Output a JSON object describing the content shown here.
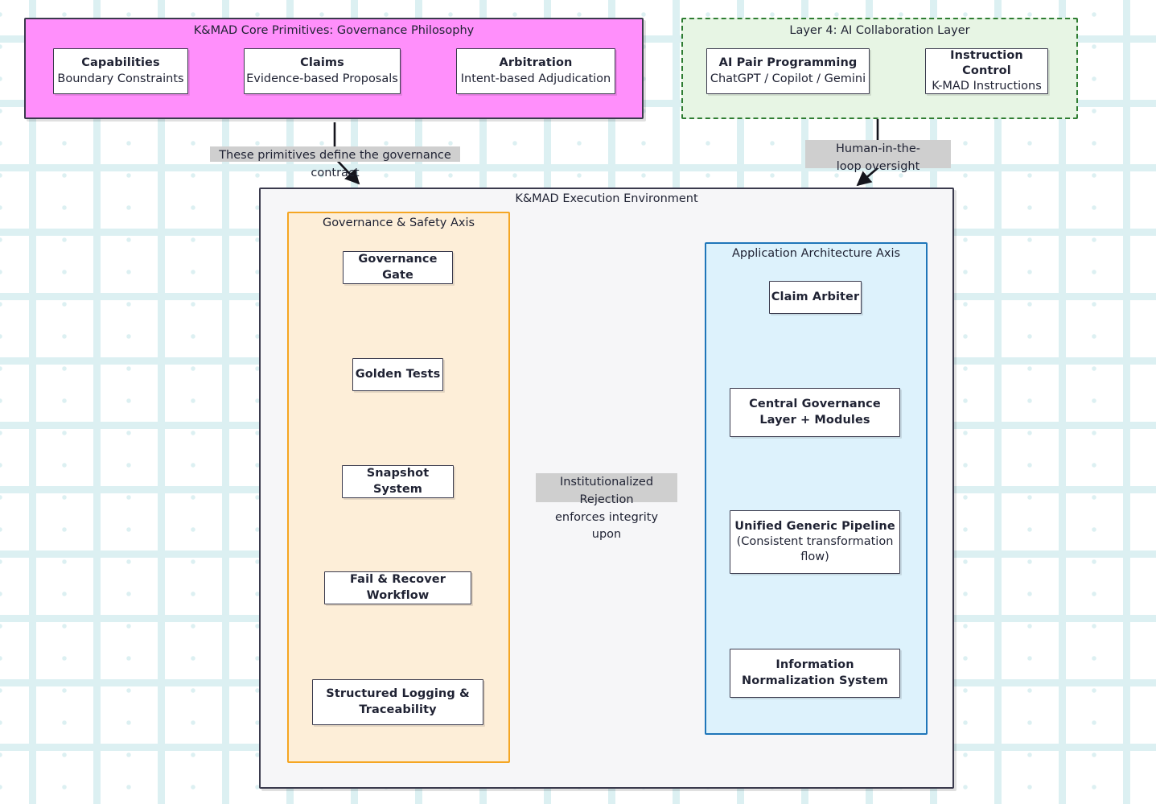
{
  "diagram": {
    "title_hidden": "K&MAD Architecture Flowchart"
  },
  "clusters": {
    "core_primitives": {
      "title": "K&MAD Core Primitives: Governance Philosophy",
      "fill": "#ff8ffb",
      "border": "#3a3a4d"
    },
    "layer4": {
      "title": "Layer 4: AI Collaboration Layer",
      "fill": "#e7f5e4",
      "border": "#2f7d32"
    },
    "execution": {
      "title": "K&MAD Execution Environment",
      "fill": "#f6f6f8",
      "border": "#3a3a4d"
    },
    "governance_axis": {
      "title": "Governance & Safety Axis",
      "fill": "#fdeed8",
      "border": "#f5a623"
    },
    "application_axis": {
      "title": "Application Architecture Axis",
      "fill": "#ddf2fc",
      "border": "#1f76b9"
    }
  },
  "nodes": {
    "capabilities": {
      "title": "Capabilities",
      "subtitle": "Boundary Constraints"
    },
    "claims": {
      "title": "Claims",
      "subtitle": "Evidence-based Proposals"
    },
    "arbitration": {
      "title": "Arbitration",
      "subtitle": "Intent-based Adjudication"
    },
    "ai_pair_programming": {
      "title": "AI Pair Programming",
      "subtitle": "ChatGPT / Copilot / Gemini"
    },
    "instruction_control": {
      "title": "Instruction Control",
      "subtitle": "K-MAD Instructions"
    },
    "governance_gate": {
      "title": "Governance Gate",
      "subtitle": ""
    },
    "golden_tests": {
      "title": "Golden Tests",
      "subtitle": ""
    },
    "snapshot_system": {
      "title": "Snapshot System",
      "subtitle": ""
    },
    "fail_recover": {
      "title": "Fail & Recover Workflow",
      "subtitle": ""
    },
    "structured_logging": {
      "title": "Structured Logging & Traceability",
      "subtitle": ""
    },
    "claim_arbiter": {
      "title": "Claim Arbiter",
      "subtitle": ""
    },
    "central_governance": {
      "title": "Central Governance Layer + Modules",
      "subtitle": ""
    },
    "unified_pipeline": {
      "title": "Unified Generic Pipeline",
      "subtitle": "(Consistent transformation flow)"
    },
    "info_normalization": {
      "title": "Information Normalization System",
      "subtitle": ""
    }
  },
  "edge_labels": {
    "primitives_to_exec": "These primitives define the governance contract",
    "layer4_to_exec": "Human-in-the-\nloop oversight",
    "gov_to_app": "Institutionalized Rejection\nenforces integrity upon"
  },
  "colors": {
    "node_border": "#3a3a4d",
    "node_fill": "#ffffff",
    "text": "#1f2233",
    "edge_line": "#14141c",
    "label_bg": "#cfcfcf",
    "background_pattern": "#dcf0f2"
  }
}
